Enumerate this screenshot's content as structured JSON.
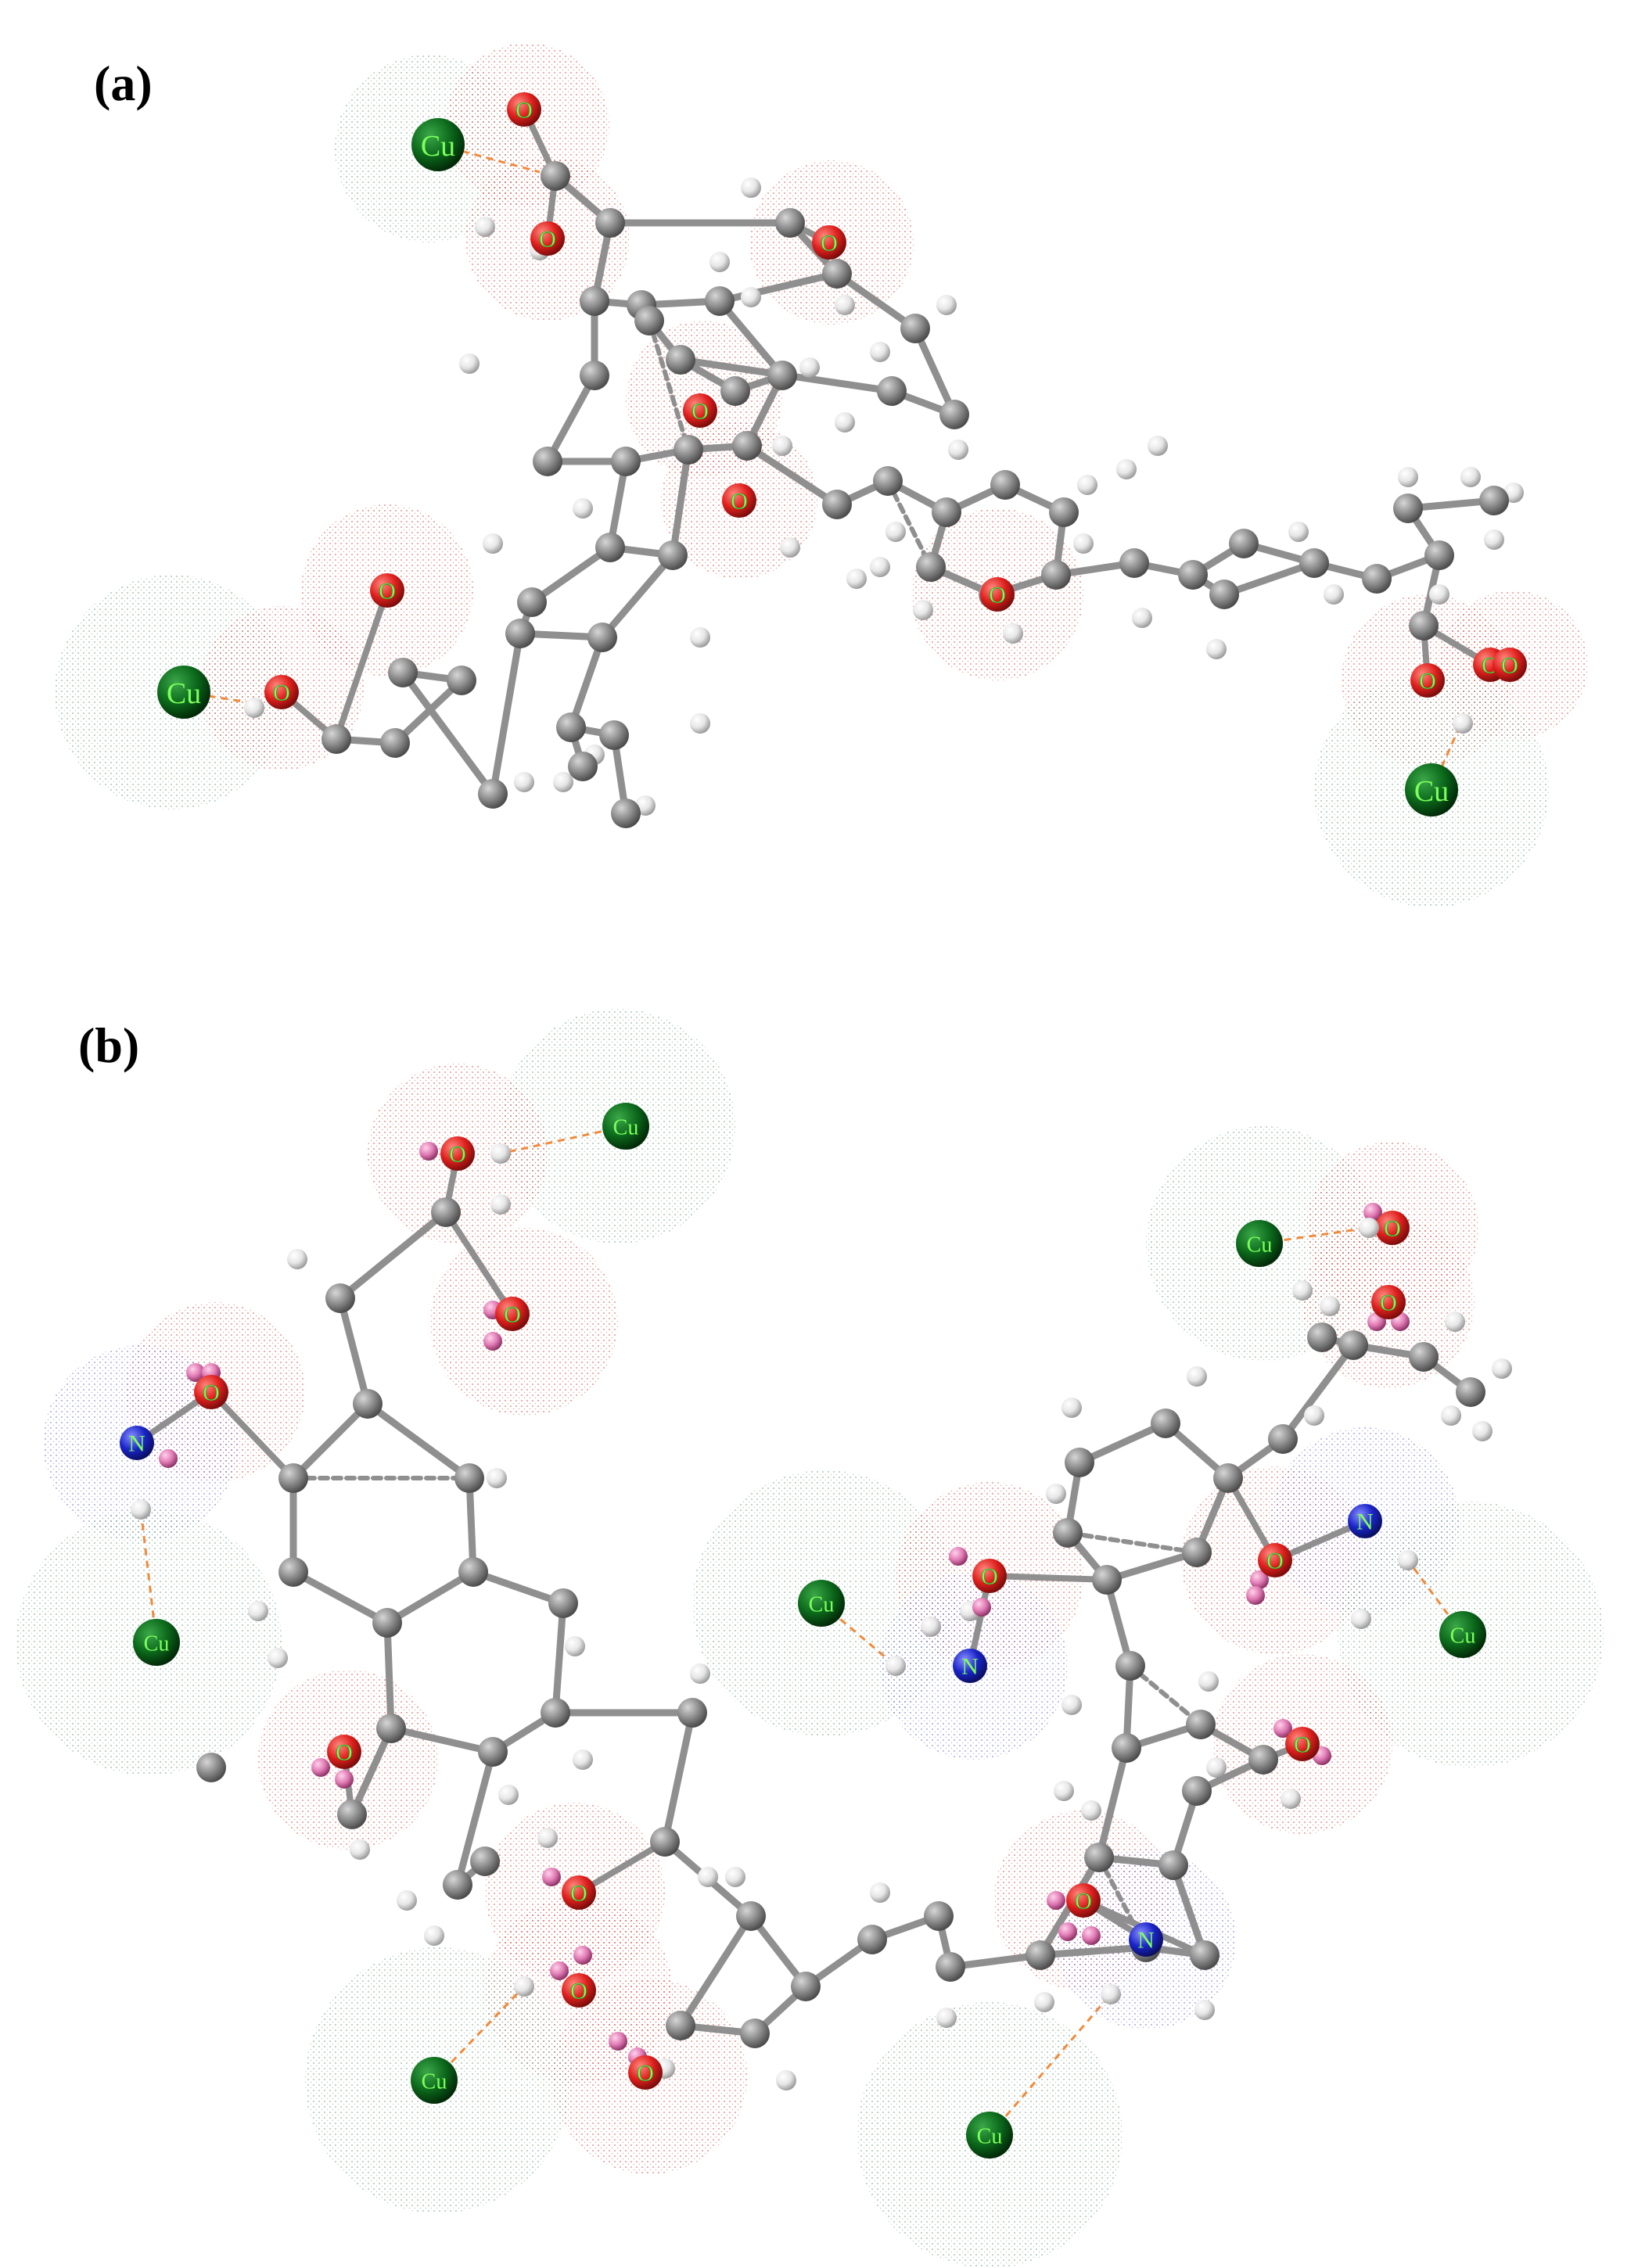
{
  "panels": [
    {
      "id": "a",
      "label": "(a)",
      "element_labels": {
        "cu": "Cu",
        "o": "O",
        "n": "N"
      },
      "coordination_sites": [
        "Cu",
        "Cu",
        "Cu"
      ],
      "heteroatoms": [
        "O",
        "O",
        "O",
        "O",
        "O",
        "O",
        "O",
        "O",
        "O",
        "O",
        "O"
      ]
    },
    {
      "id": "b",
      "label": "(b)",
      "element_labels": {
        "cu": "Cu",
        "o": "O",
        "n": "N"
      },
      "coordination_sites": [
        "Cu",
        "Cu",
        "Cu",
        "Cu",
        "Cu",
        "Cu",
        "Cu"
      ],
      "heteroatoms": [
        "O",
        "O",
        "O",
        "O",
        "O",
        "O",
        "O",
        "O",
        "O",
        "O",
        "N",
        "N",
        "N",
        "N"
      ]
    }
  ],
  "colors": {
    "carbon": "#8a8a8a",
    "hydrogen": "#e6e6e6",
    "oxygen": "#e0201e",
    "nitrogen": "#1a24c8",
    "copper": "#0c6a1c",
    "cu_label": "#7cff5a",
    "hbond": "#f08a3c",
    "proton_pink": "#e07ab4",
    "cloud_red": "#d2463c",
    "cloud_green": "#6a9a78",
    "cloud_blue": "#6a6ac8"
  }
}
